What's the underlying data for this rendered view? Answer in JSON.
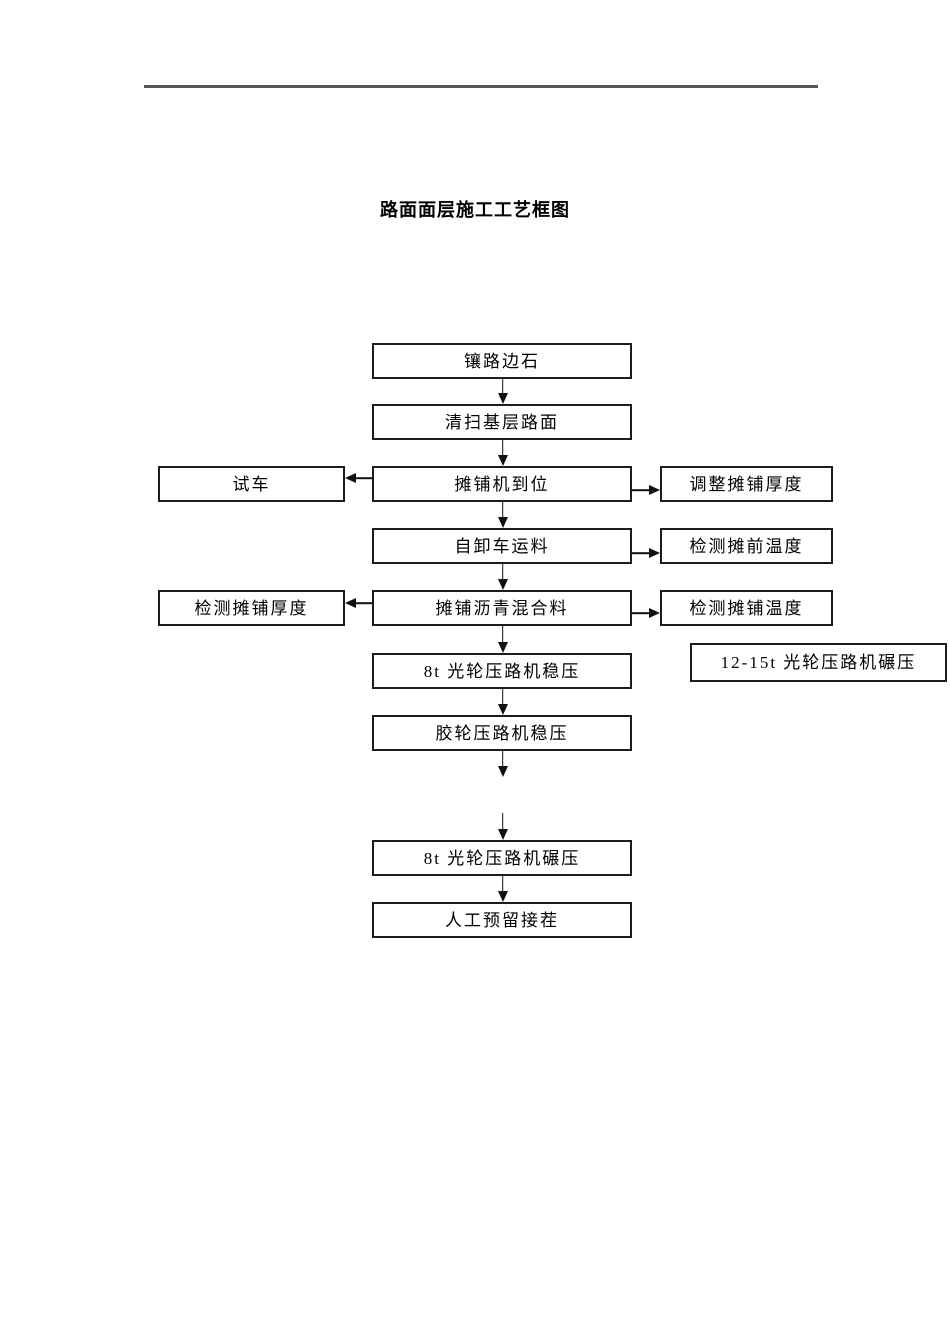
{
  "document": {
    "title": "路面面层施工工艺框图"
  },
  "flowchart": {
    "nodes": {
      "install_curb": {
        "label": "镶路边石"
      },
      "clean_base": {
        "label": "清扫基层路面"
      },
      "paver_in_place": {
        "label": "摊铺机到位"
      },
      "trial_run": {
        "label": "试车"
      },
      "adjust_thickness": {
        "label": "调整摊铺厚度"
      },
      "dump_truck_haul": {
        "label": "自卸车运料"
      },
      "check_pre_paving_temp": {
        "label": "检测摊前温度"
      },
      "pave_asphalt_mix": {
        "label": "摊铺沥青混合料"
      },
      "check_paving_thickness": {
        "label": "检测摊铺厚度"
      },
      "check_paving_temp": {
        "label": "检测摊铺温度"
      },
      "static_roll_8t": {
        "label": "8t 光轮压路机稳压"
      },
      "roll_12_15t": {
        "label": "12-15t 光轮压路机碾压"
      },
      "rubber_roller_static": {
        "label": "胶轮压路机稳压"
      },
      "roll_8t": {
        "label": "8t 光轮压路机碾压"
      },
      "manual_reserved_joint": {
        "label": "人工预留接茬"
      }
    },
    "edges": [
      {
        "from": "install_curb",
        "to": "clean_base",
        "direction": "down"
      },
      {
        "from": "clean_base",
        "to": "paver_in_place",
        "direction": "down"
      },
      {
        "from": "paver_in_place",
        "to": "trial_run",
        "direction": "left"
      },
      {
        "from": "paver_in_place",
        "to": "adjust_thickness",
        "direction": "right"
      },
      {
        "from": "paver_in_place",
        "to": "dump_truck_haul",
        "direction": "down"
      },
      {
        "from": "dump_truck_haul",
        "to": "check_pre_paving_temp",
        "direction": "right"
      },
      {
        "from": "dump_truck_haul",
        "to": "pave_asphalt_mix",
        "direction": "down"
      },
      {
        "from": "pave_asphalt_mix",
        "to": "check_paving_thickness",
        "direction": "left"
      },
      {
        "from": "pave_asphalt_mix",
        "to": "check_paving_temp",
        "direction": "right"
      },
      {
        "from": "pave_asphalt_mix",
        "to": "static_roll_8t",
        "direction": "down"
      },
      {
        "from": "static_roll_8t",
        "to": "rubber_roller_static",
        "direction": "down"
      },
      {
        "from": "rubber_roller_static",
        "to": "",
        "direction": "down-dangling"
      },
      {
        "from": "",
        "to": "roll_8t",
        "direction": "down-dangling"
      },
      {
        "from": "roll_8t",
        "to": "manual_reserved_joint",
        "direction": "down"
      }
    ],
    "colors": {
      "box_border": "#1c1c1c",
      "text": "#000000",
      "arrow": "#111111",
      "header_rule": "#57575b",
      "page_bg": "#ffffff"
    }
  }
}
